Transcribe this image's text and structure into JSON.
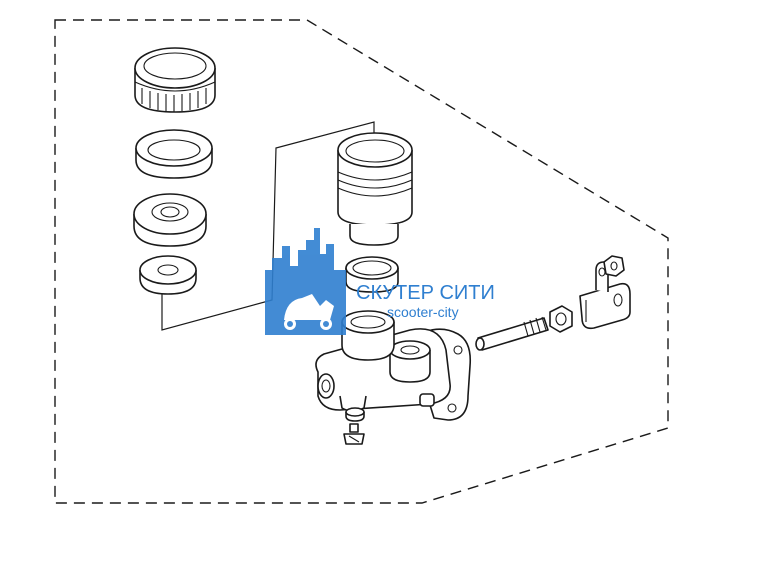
{
  "diagram": {
    "parts": [
      "reservoir-cap",
      "cap-diaphragm-plate",
      "diaphragm",
      "washer",
      "reservoir",
      "reservoir-grommet",
      "grommet",
      "master-cylinder-body",
      "push-rod",
      "lock-nut",
      "clevis",
      "clevis-nut",
      "bleeder-washer",
      "bleeder-screw"
    ]
  },
  "watermark": {
    "title": "СКУТЕР СИТИ",
    "subtitle": "scooter-city",
    "color": "#2f7fd0"
  }
}
